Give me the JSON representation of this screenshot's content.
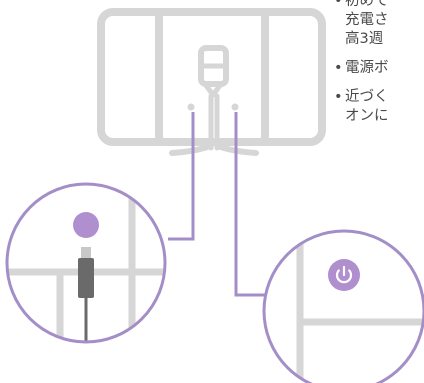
{
  "colors": {
    "outline": "#d6d6d6",
    "accent": "#a48ec8",
    "accent_fill": "#b08fcf",
    "cable": "#6a6a6a",
    "text": "#4a4a4a"
  },
  "icons": {
    "power_button": "power-icon",
    "usb_cable": "usb-cable-icon"
  },
  "instructions": [
    {
      "bullet": "•",
      "lines": [
        "初めて",
        "充電さ",
        "高3週"
      ]
    },
    {
      "bullet": "•",
      "lines": [
        "電源ボ"
      ]
    },
    {
      "bullet": "•",
      "lines": [
        "近づく",
        "オンに"
      ]
    }
  ]
}
